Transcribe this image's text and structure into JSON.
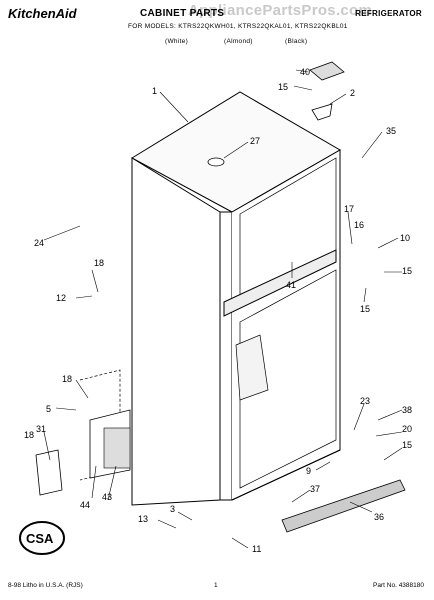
{
  "header": {
    "brand": "KitchenAid",
    "title": "CABINET PARTS",
    "product": "REFRIGERATOR",
    "watermark": "AppliancePartsPros.com",
    "models": "FOR MODELS: KTRS22QKWH01, KTRS22QKAL01, KTRS22QKBL01",
    "variants": [
      "(White)",
      "(Almond)",
      "(Black)"
    ]
  },
  "callouts": [
    "40",
    "15",
    "2",
    "1",
    "27",
    "35",
    "24",
    "17",
    "16",
    "10",
    "18",
    "15",
    "12",
    "41",
    "15",
    "18",
    "5",
    "23",
    "38",
    "31",
    "18",
    "20",
    "15",
    "9",
    "44",
    "43",
    "37",
    "36",
    "3",
    "13",
    "11"
  ],
  "logo_text": "CSA",
  "footer": {
    "left": "8-98 Litho in U.S.A. (RJS)",
    "page": "1",
    "part_no": "Part No. 4388180"
  }
}
